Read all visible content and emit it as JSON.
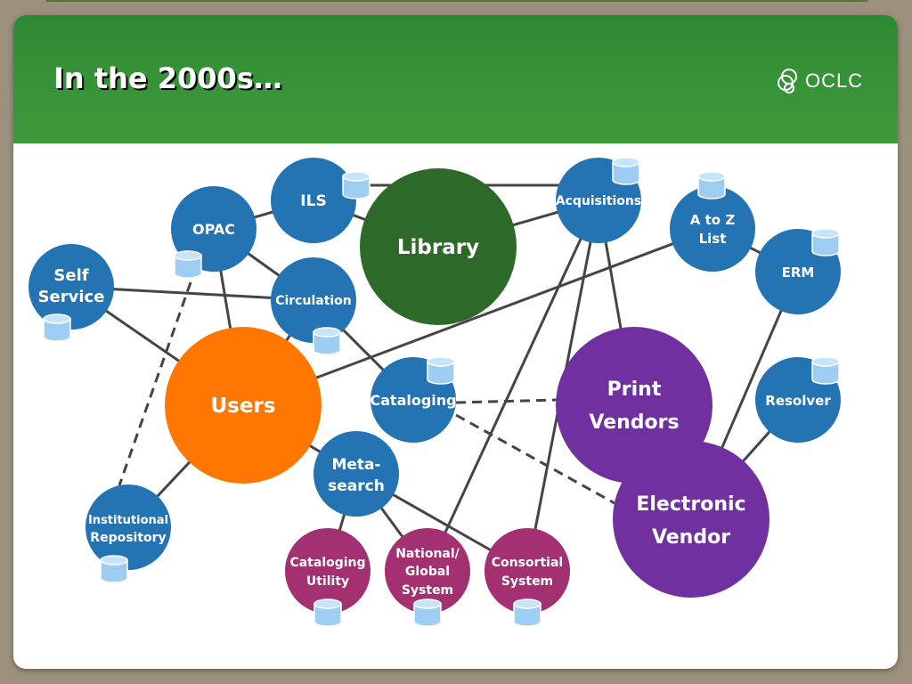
{
  "slide": {
    "title": "In the 2000s…",
    "logo_text": "OCLC"
  },
  "colors": {
    "header_green": "#3a9639",
    "library_green": "#2d6a2a",
    "blue": "#2474b4",
    "orange": "#ff7700",
    "purple": "#7030a0",
    "magenta": "#a33070",
    "db_fill": "#9dcdf2",
    "line": "#454545"
  },
  "icons": {
    "database": "database-icon",
    "logo": "oclc-logo-icon"
  },
  "diagram": {
    "nodes": {
      "ils": "ILS",
      "library": "Library",
      "acquisitions": "Acquisitions",
      "atoz": [
        "A to Z",
        "List"
      ],
      "opac": "OPAC",
      "selfservice": [
        "Self",
        "Service"
      ],
      "circulation": "Circulation",
      "erm": "ERM",
      "users": "Users",
      "cataloging": "Cataloging",
      "printvendors": [
        "Print",
        "Vendors"
      ],
      "resolver": "Resolver",
      "metasearch": [
        "Meta-",
        "search"
      ],
      "electronicvendor": [
        "Electronic",
        "Vendor"
      ],
      "ir": [
        "Institutional",
        "Repository"
      ],
      "catutility": [
        "Cataloging",
        "Utility"
      ],
      "national": [
        "National/",
        "Global",
        "System"
      ],
      "consortial": [
        "Consortial",
        "System"
      ]
    }
  }
}
